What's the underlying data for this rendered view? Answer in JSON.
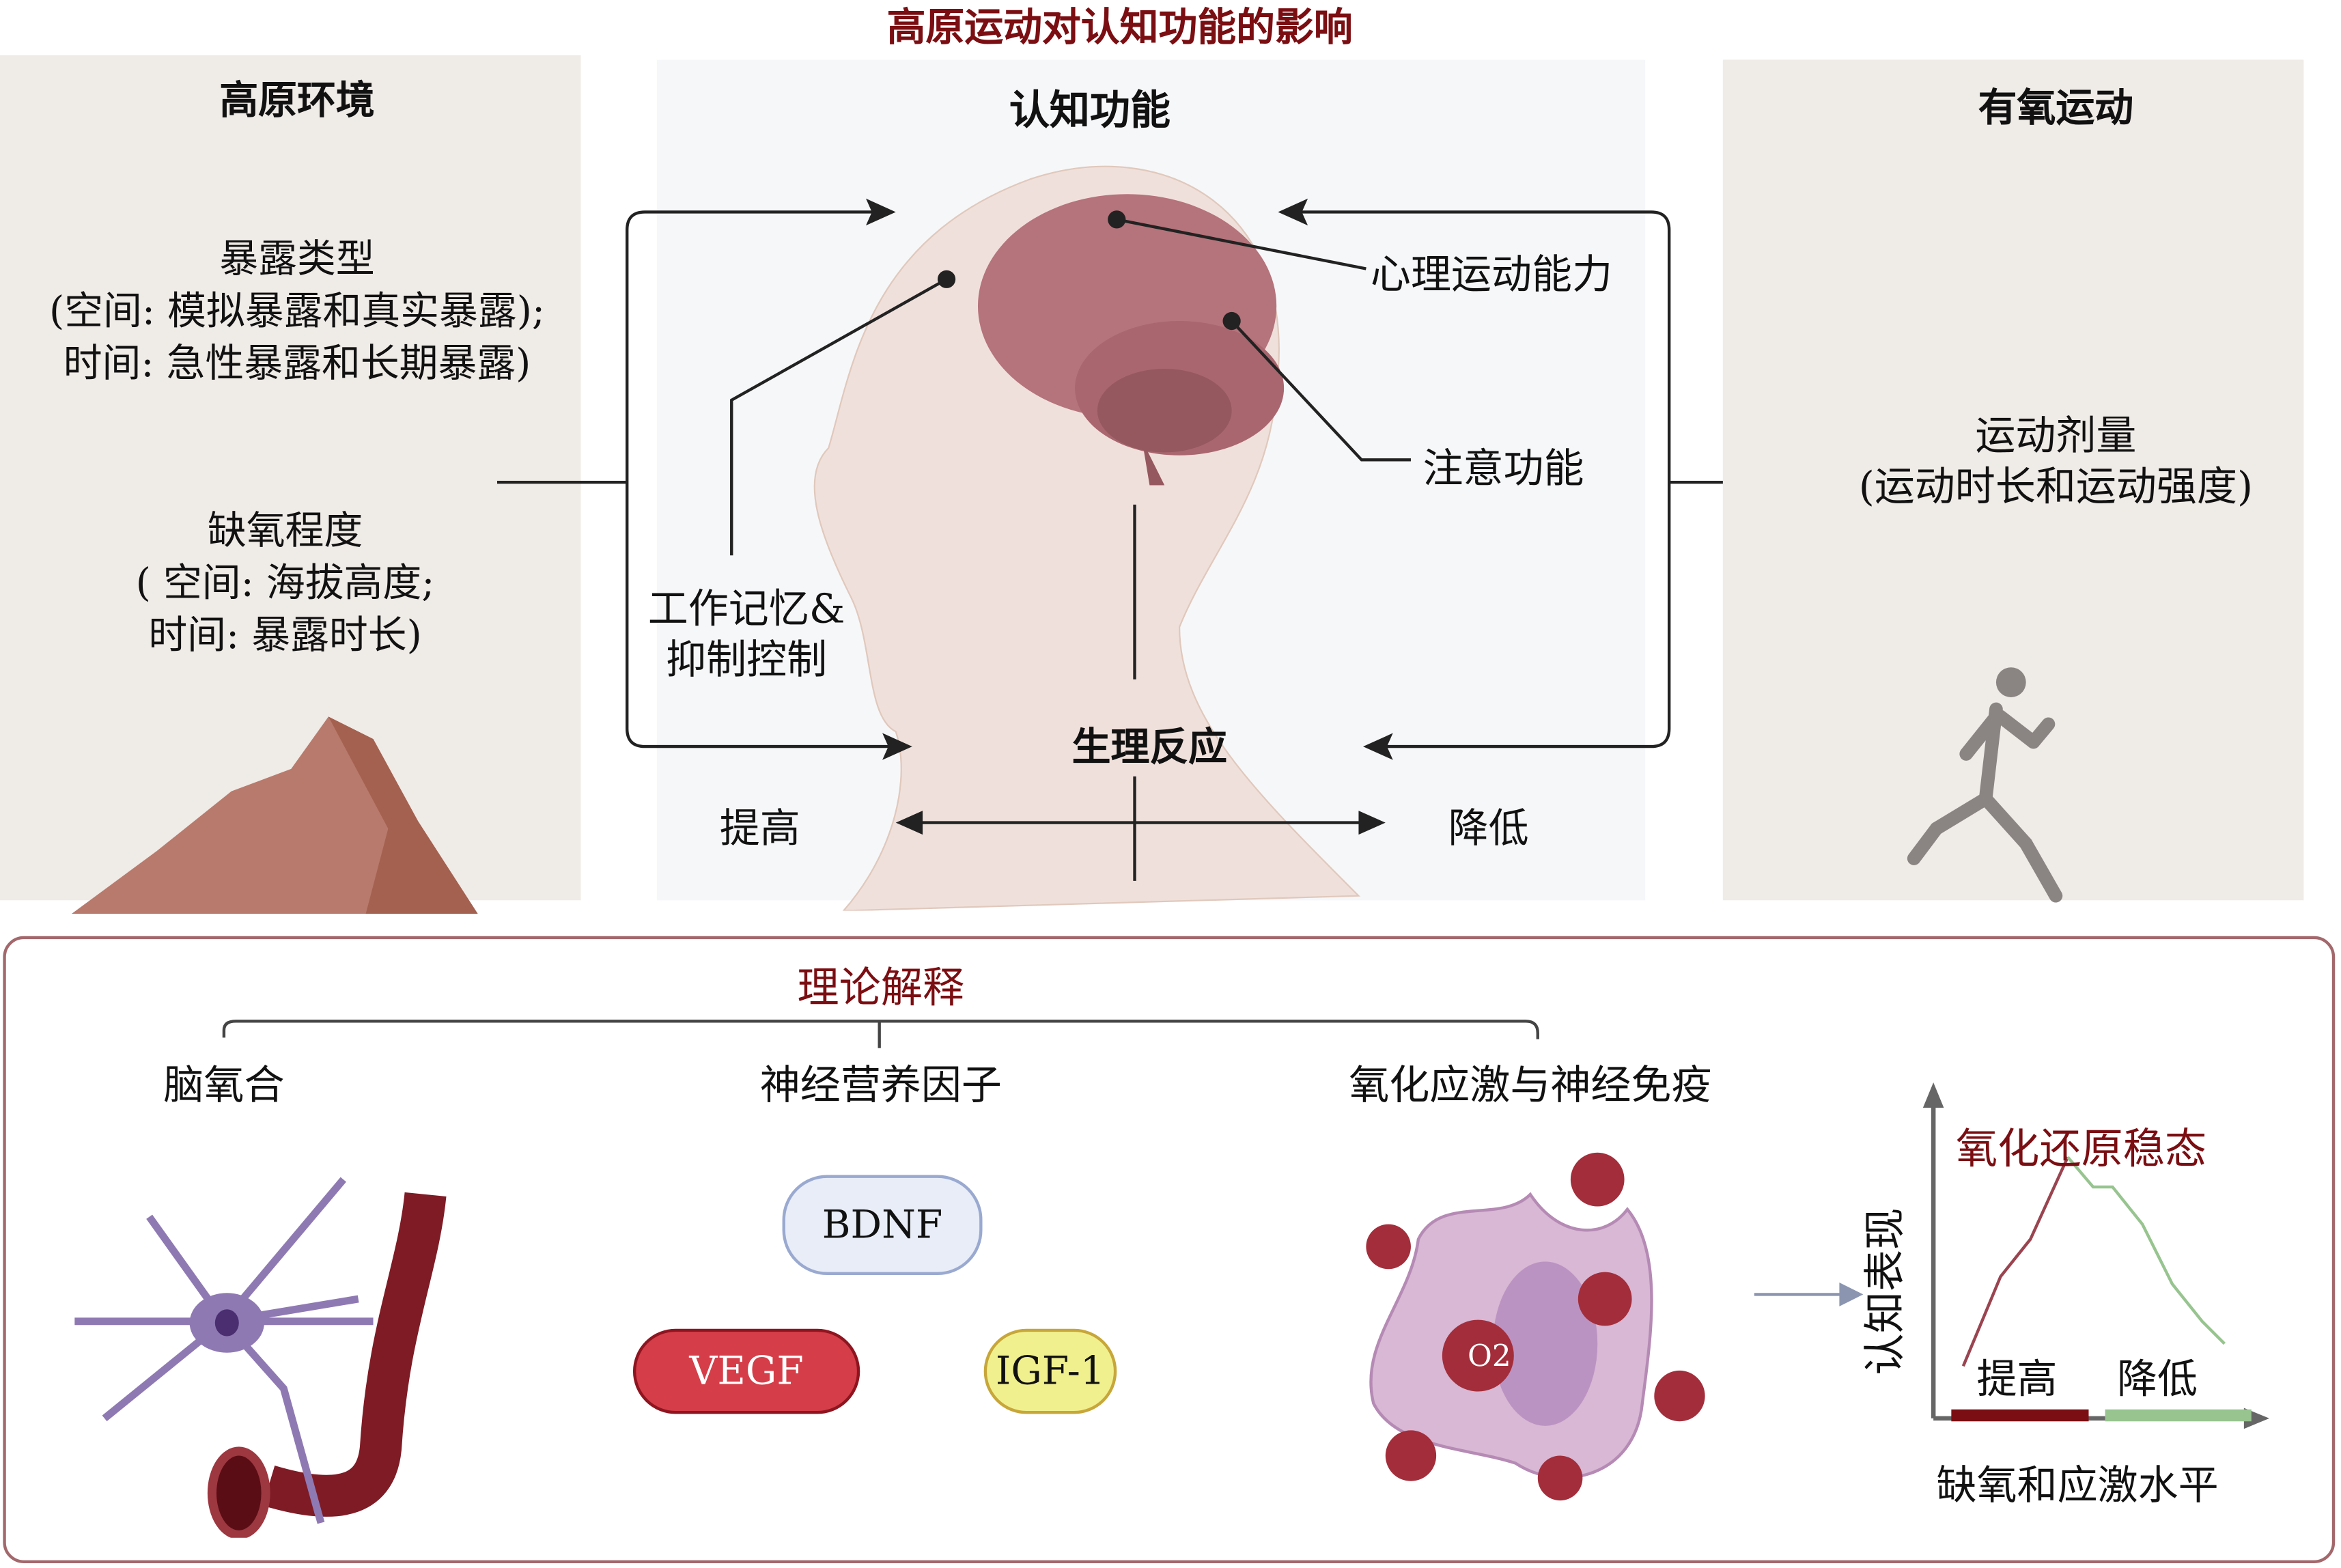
{
  "title": "高原运动对认知功能的影响",
  "left_panel": {
    "heading": "高原环境",
    "exposure_type": [
      "暴露类型",
      "(空间: 模拟暴露和真实暴露);",
      "时间: 急性暴露和长期暴露)"
    ],
    "hypoxia_degree": [
      "缺氧程度",
      "( 空间: 海拔高度;",
      "时间: 暴露时长)"
    ]
  },
  "center_panel": {
    "heading": "认知功能",
    "psychomotor": "心理运动能力",
    "attention": "注意功能",
    "working_memory": [
      "工作记忆&",
      "抑制控制"
    ],
    "physiological": "生理反应",
    "increase": "提高",
    "decrease": "降低"
  },
  "right_panel": {
    "heading": "有氧运动",
    "dose": [
      "运动剂量",
      "(运动时长和运动强度)"
    ]
  },
  "theory": {
    "heading": "理论解释",
    "branches": [
      "脑氧合",
      "神经营养因子",
      "氧化应激与神经免疫"
    ],
    "factors": {
      "bdnf": "BDNF",
      "vegf": "VEGF",
      "igf": "IGF-1"
    },
    "o2_label": "O2"
  },
  "mini_chart": {
    "title": "氧化还原稳态",
    "ylabel": "认知表现",
    "xlabel": "缺氧和应激水平",
    "increase": "提高",
    "decrease": "降低",
    "colors": {
      "increase": "#7b0e12",
      "decrease": "#97c48f"
    }
  },
  "chart_data": {
    "type": "line",
    "title": "氧化还原稳态",
    "xlabel": "缺氧和应激水平",
    "ylabel": "认知表现",
    "series": [
      {
        "name": "提高",
        "x": [
          0,
          1,
          2,
          3
        ],
        "y": [
          0.1,
          0.6,
          0.75,
          1.0
        ]
      },
      {
        "name": "降低",
        "x": [
          3,
          3.5,
          4,
          5,
          6
        ],
        "y": [
          1.0,
          0.92,
          0.92,
          0.6,
          0.35
        ]
      }
    ]
  }
}
